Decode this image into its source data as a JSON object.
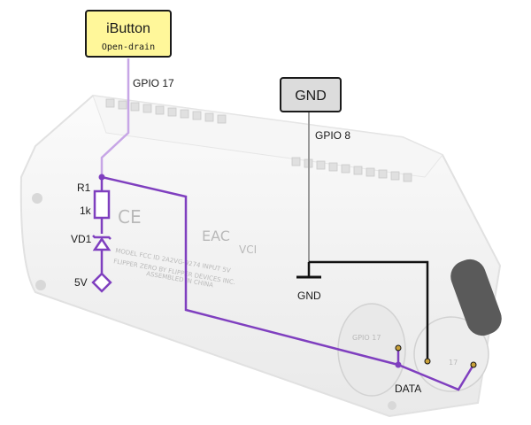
{
  "ibutton_tag": {
    "title": "iButton",
    "subtitle": "Open-drain",
    "fill": "#fff79a"
  },
  "gnd_tag": {
    "title": "GND",
    "fill": "#dcdcdc"
  },
  "pins": {
    "gpio17": "GPIO 17",
    "gpio8": "GPIO 8"
  },
  "components": {
    "r1": "R1",
    "r1_value": "1k",
    "vd1": "VD1",
    "supply": "5V"
  },
  "nets": {
    "gnd": "GND",
    "data": "DATA"
  },
  "contacts": {
    "gpio17": "GPIO 17",
    "pin17": "17"
  },
  "markings": {
    "line1": "MODEL    FCC ID 2A2VG-9274    INPUT 5V",
    "line2": "FLIPPER ZERO BY FLIPPER DEVICES INC.",
    "line3": "ASSEMBLED IN CHINA",
    "ce": "CE",
    "eac": "EAC",
    "vci": "VCI"
  },
  "colors": {
    "data_wire": "#7f3fbf",
    "gnd_wire": "#111111",
    "device": "#f4f4f4",
    "outline": "#e2e2e2"
  }
}
